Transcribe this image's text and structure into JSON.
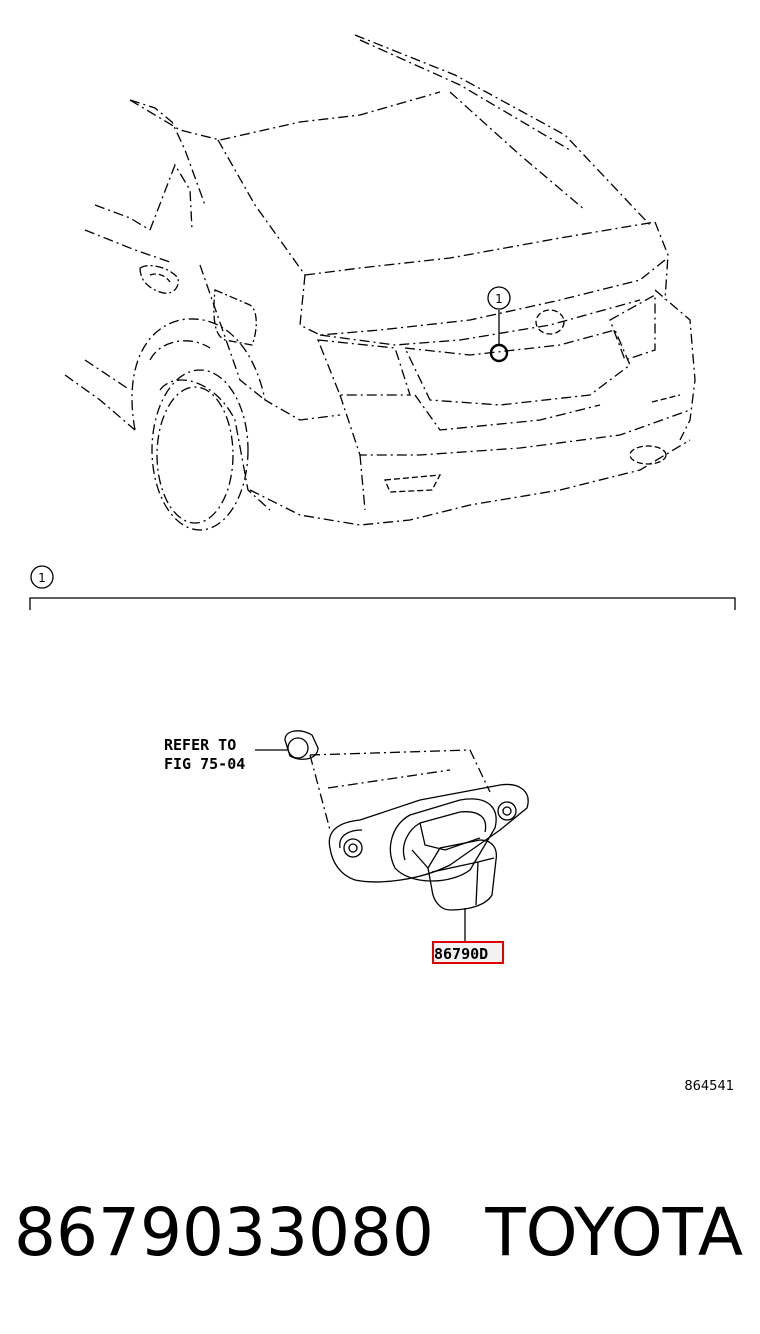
{
  "diagram": {
    "callout_top": "1",
    "callout_section": "1",
    "refer_line1": "REFER TO",
    "refer_line2": "FIG 75-04",
    "part_code": "86790D",
    "figure_id": "864541"
  },
  "footer": {
    "part_number": "8679033080",
    "brand": "TOYOTA"
  },
  "colors": {
    "line": "#000000",
    "highlight": "#e00000",
    "highlight_fill": "#e6e6e6"
  }
}
